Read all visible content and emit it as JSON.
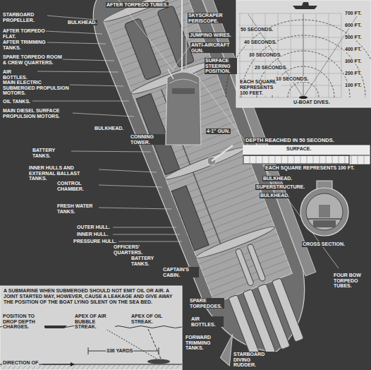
{
  "diagram": {
    "nodes": [
      {
        "text": [
          "EACH SQUARE REPRESENTS 100 FEET.",
          "U-BOAT DIVES."
        ]
      },
      {
        "text": [
          "DEPTH REACHED IN 50 SECONDS.",
          "SURFACE.",
          "EACH SQUARE REPRESENTS 100 FT."
        ]
      },
      {
        "text": [
          "A SUBMARINE WHEN SUBMERGED SHOULD NOT EMIT OIL OR AIR. A JOINT STARTED MAY, HOWEVER, CAUSE A LEAKAGE AND GIVE AWAY THE POSITION OF THE BOAT LYING SILENT ON THE SEA BED."
        ]
      }
    ],
    "edges": [],
    "labels": [
      "AFTER TORPEDO TUBES.",
      "STARBOARD PROPELLER.",
      "AFTER TORPEDO FLAT.",
      "AFTER TRIMMING TANKS.",
      "BULKHEAD.",
      "SKYSCRAPER PERISCOPE.",
      "JUMPING WIRES.",
      "SPARE TORPEDO ROOM & CREW QUARTERS.",
      "AIR BOTTLES.",
      "ANTI-AIRCRAFT GUN.",
      "SURFACE STEERING POSITION.",
      "MAIN ELECTRIC SUBMERGED PROPULSION MOTORS.",
      "OIL TANKS.",
      "MAIN DIESEL SURFACE PROPULSION MOTORS.",
      "BULKHEAD.",
      "CONNING TOWER.",
      "BATTERY TANKS.",
      "4·1\" GUN.",
      "INNER HULLS AND EXTERNAL BALLAST TANKS.",
      "CONTROL CHAMBER.",
      "FRESH WATER TANKS.",
      "OUTER HULL.",
      "INNER HULL.",
      "PRESSURE HULL.",
      "OFFICERS' QUARTERS.",
      "BATTERY TANKS.",
      "CAPTAIN'S CABIN.",
      "BULKHEAD.",
      "SUPERSTRUCTURE.",
      "BULKHEAD.",
      "CROSS SECTION.",
      "FOUR BOW TORPEDO TUBES.",
      "SPARE TORPEDOES.",
      "AIR BOTTLES.",
      "FORWARD TRIMMING TANKS.",
      "STARBOARD DIVING RUDDER.",
      "700 FT.",
      "600 FT.",
      "500 FT.",
      "400 FT.",
      "300 FT.",
      "200 FT.",
      "100 FT.",
      "50 SECONDS.",
      "40 SECONDS.",
      "30 SECONDS.",
      "20 SECONDS.",
      "10 SECONDS.",
      "POSITION TO DROP DEPTH CHARGES.",
      "APEX OF AIR BUBBLE STREAK.",
      "APEX OF OIL STREAK.",
      "336 YARDS",
      "DIRECTION OF"
    ]
  }
}
